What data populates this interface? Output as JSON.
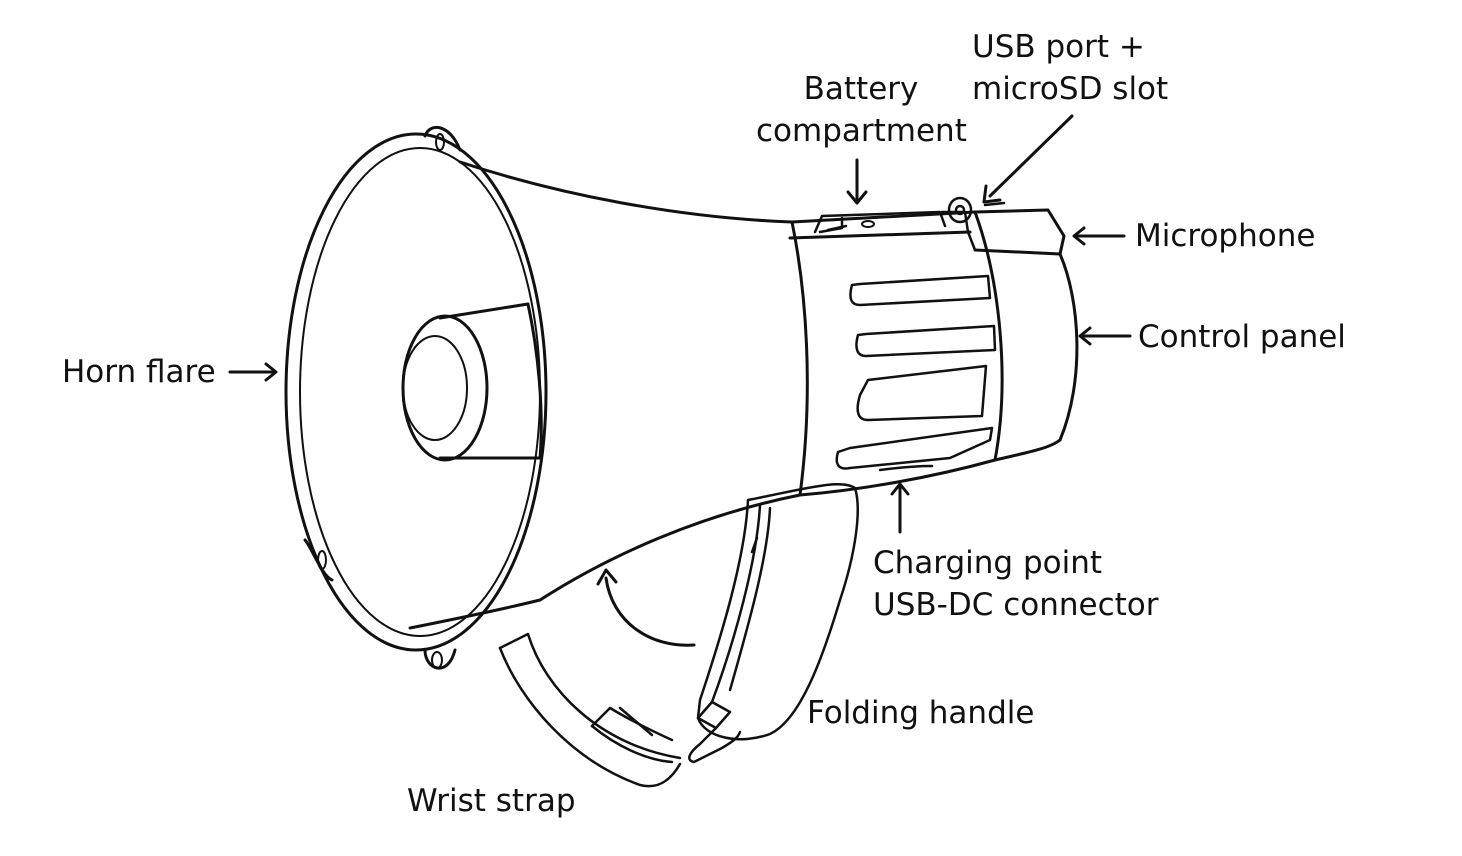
{
  "colors": {
    "line": "#111111",
    "background": "#ffffff"
  },
  "labels": {
    "usb_port_line1": "USB port +",
    "usb_port_line2": "microSD slot",
    "battery_line1": "Battery",
    "battery_line2": "compartment",
    "microphone": "Microphone",
    "control_panel": "Control panel",
    "horn_flare": "Horn flare",
    "charging_line1": "Charging point",
    "charging_line2": "USB-DC connector",
    "folding_handle": "Folding handle",
    "wrist_strap": "Wrist strap"
  }
}
